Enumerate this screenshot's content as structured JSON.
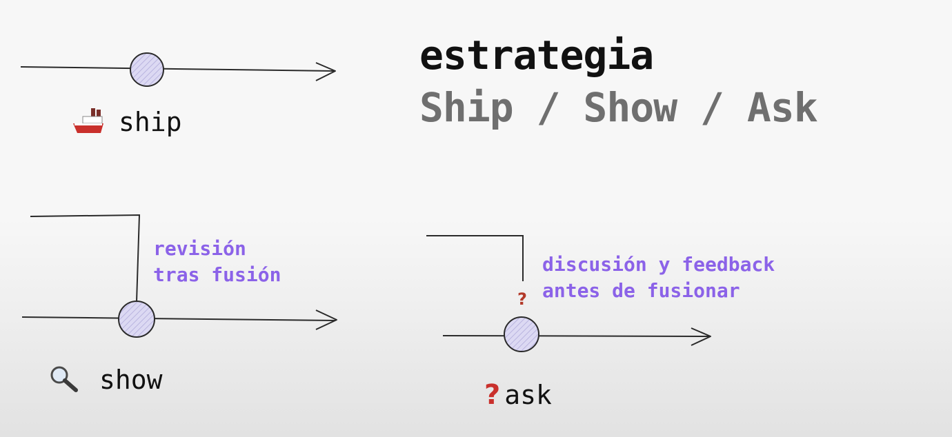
{
  "title": "estrategia",
  "subtitle": "Ship / Show / Ask",
  "ship": {
    "label": "ship",
    "icon": "ship-icon"
  },
  "show": {
    "label": "show",
    "icon": "magnifying-glass-icon",
    "note": [
      "revisión",
      "tras fusión"
    ]
  },
  "ask": {
    "label": "ask",
    "icon": "red-question-mark-icon",
    "marker": "?",
    "note": [
      "discusión y feedback",
      "antes de fusionar"
    ]
  },
  "colors": {
    "note": "#8b62e8",
    "subtitle": "#6f6f6f",
    "commit_fill": "#d9d6f2",
    "question": "#c9302c"
  }
}
